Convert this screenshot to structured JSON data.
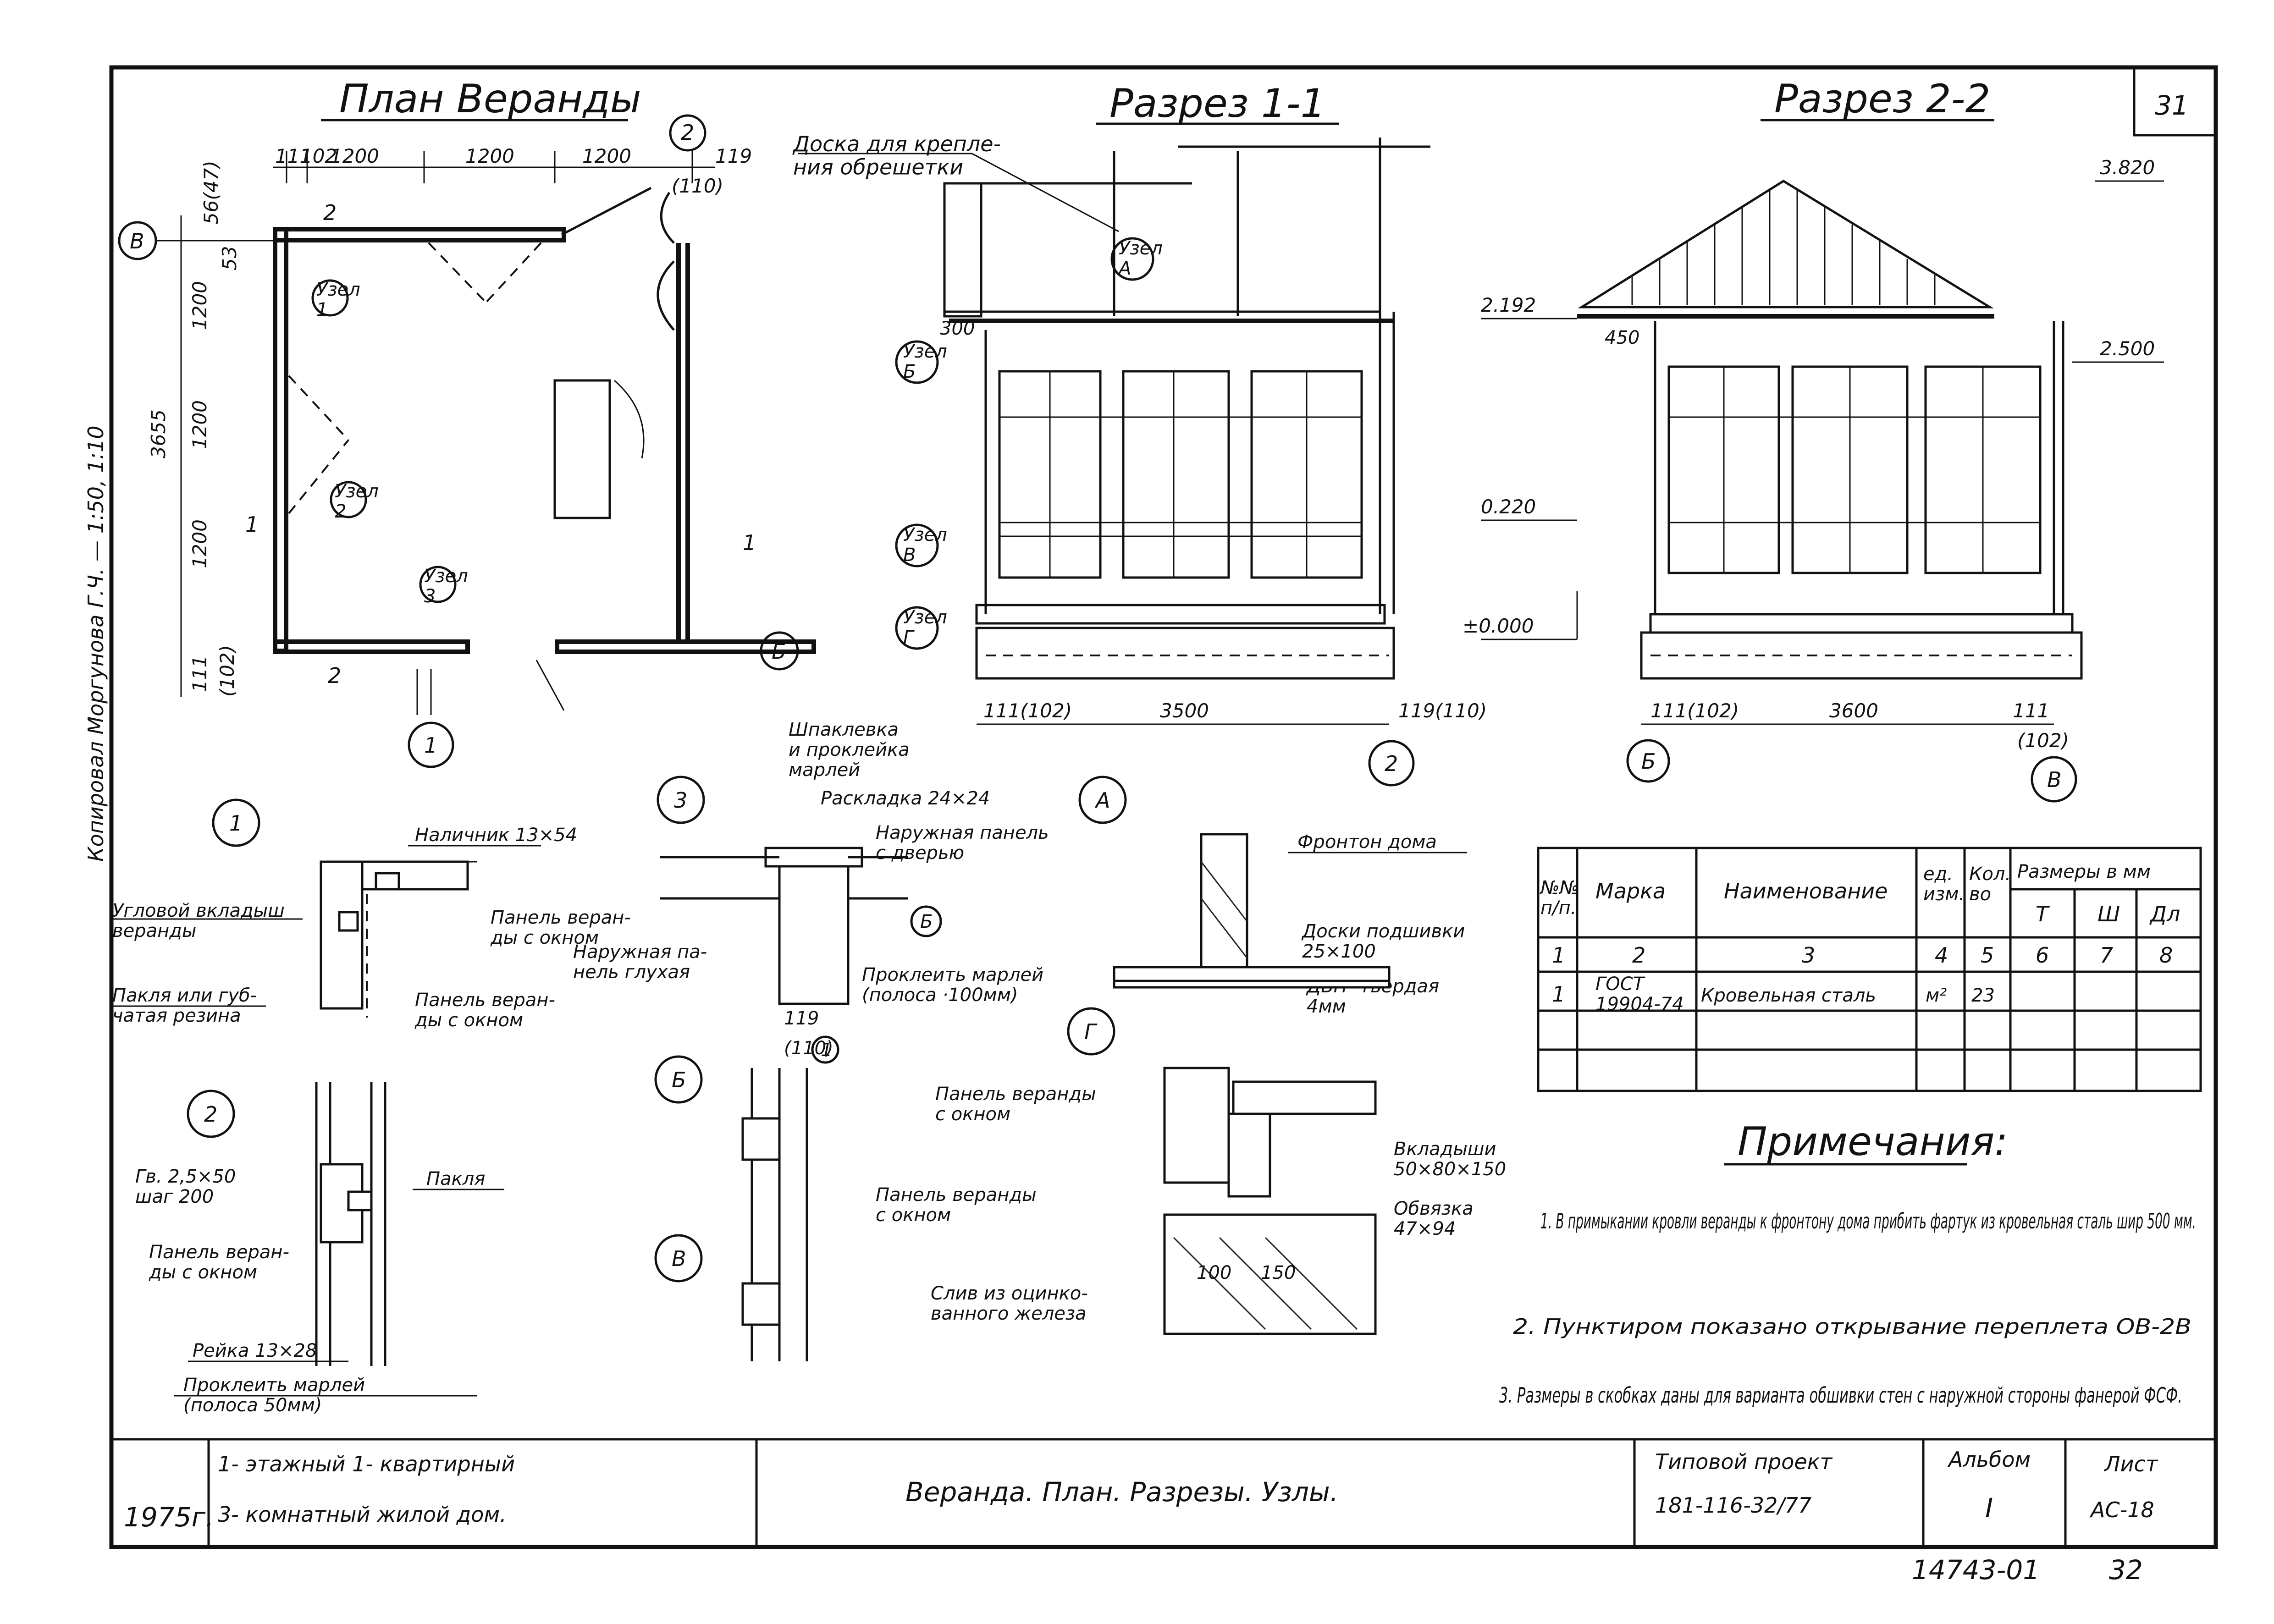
{
  "titles": {
    "plan": "План Веранды",
    "section11": "Разрез 1-1",
    "section22": "Разрез 2-2",
    "notes": "Примечания:"
  },
  "sheet_number": "31",
  "side_stamp": "Копировал Моргунова Г.Ч. — 1:50, 1:10",
  "axes": {
    "B": "В",
    "B6": "Б",
    "one": "1",
    "two": "2"
  },
  "plan_dims": {
    "top1": "111",
    "top2": "102",
    "top3": "1200",
    "top4": "1200",
    "top5": "1200",
    "top6": "119",
    "top7": "(110)",
    "left1": "56(47)",
    "left2": "53",
    "left3": "1200",
    "left4": "1200",
    "left5": "1200",
    "left_total": "3655",
    "left6": "111",
    "left7": "(102)",
    "node1": "Узел\n1",
    "node2": "Узел\n2",
    "node3": "Узел\n3",
    "sec1": "1",
    "sec2": "2"
  },
  "section11_labels": {
    "board": "Доска для крепле-\nния обрешетки",
    "nodeA": "Узел\nА",
    "nodeB6": "Узел\nБ",
    "nodeV": "Узел\nВ",
    "nodeG": "Узел\nГ",
    "d300": "300",
    "dim1": "111(102)",
    "dim2": "3500",
    "dim3": "119(110)"
  },
  "section22_labels": {
    "h1": "3.820",
    "h2": "2.192",
    "h3": "2.500",
    "h4": "450",
    "h5": "0.220",
    "h6": "±0.000",
    "dim1": "111(102)",
    "dim2": "3600",
    "dim3": "111",
    "dim4": "(102)"
  },
  "node_labels": {
    "n1": "1",
    "n1_nalichnik": "Наличник 13×54",
    "n1_corner": "Угловой вкладыш\nверанды",
    "n1_panel1": "Панель веран-\nды с окном",
    "n1_paklya": "Пакля или губ-\nчатая резина",
    "n1_panel2": "Панель веран-\nды с окном",
    "n2": "2",
    "n2_gv": "Гв. 2,5×50\nшаг 200",
    "n2_paklya": "Пакля",
    "n2_panel": "Панель веран-\nды с окном",
    "n2_reika": "Рейка 13×28",
    "n2_prokl": "Проклеить марлей\n(полоса 50мм)",
    "n3": "3",
    "n3_shpak": "Шпаклевка\nи проклейка\nмарлей",
    "n3_rasklad": "Раскладка 24×24",
    "n3_outer": "Наружная панель\nс дверью",
    "n3_blind": "Наружная па-\nнель глухая",
    "n3_prokl": "Проклеить марлей\n(полоса ·100мм)",
    "n3_axis": "Б",
    "n3_119": "119",
    "n3_110": "(110)",
    "n3_1": "1",
    "nA": "А",
    "nA_fronton": "Фронтон дома",
    "nA_boards": "Доски подшивки\n25×100",
    "nA_dvp": "ДВП- твердая\n4мм",
    "nB6": "Б",
    "nV": "В",
    "nV_panel": "Панель веранды\nс окном",
    "nG": "Г",
    "nG_panel": "Панель веранды\nс окном",
    "nG_vkl": "Вкладыши\n50×80×150",
    "nG_obv": "Обвязка\n47×94",
    "nG_sliv": "Слив из оцинко-\nванного железа",
    "nG_100": "100",
    "nG_150": "150"
  },
  "spec_table": {
    "headers": [
      "№№\nп/п.",
      "Марка",
      "Наименование",
      "ед.\nизм.",
      "Кол.\nво",
      "Размеры в мм"
    ],
    "subheaders": [
      "Т",
      "Ш",
      "Дл"
    ],
    "numbers": [
      "1",
      "2",
      "3",
      "4",
      "5",
      "6",
      "7",
      "8"
    ],
    "rows": [
      {
        "n": "1",
        "mark": "ГОСТ\n19904-74",
        "name": "Кровельная сталь",
        "unit": "м²",
        "qty": "23",
        "t": "",
        "w": "",
        "l": ""
      }
    ]
  },
  "notes": [
    "1. В примыкании кровли веранды к фронтону дома прибить фартук из кровельная сталь шир 500 мм.",
    "2. Пунктиром показано открывание переплета ОВ-2В",
    "3. Размеры в скобках даны для варианта обшивки стен с наружной стороны фанерой ФСФ."
  ],
  "title_block": {
    "year": "1975г.",
    "desc1": "1- этажный 1- квартирный",
    "desc2": "3- комнатный жилой дом.",
    "title": "Веранда. План. Разрезы. Узлы.",
    "project_label": "Типовой проект",
    "project_no": "181-116-32/77",
    "album_label": "Альбом",
    "album_no": "I",
    "sheet_label": "Лист",
    "sheet_no": "АС-18"
  },
  "footer": {
    "code": "14743-01",
    "page": "32"
  }
}
